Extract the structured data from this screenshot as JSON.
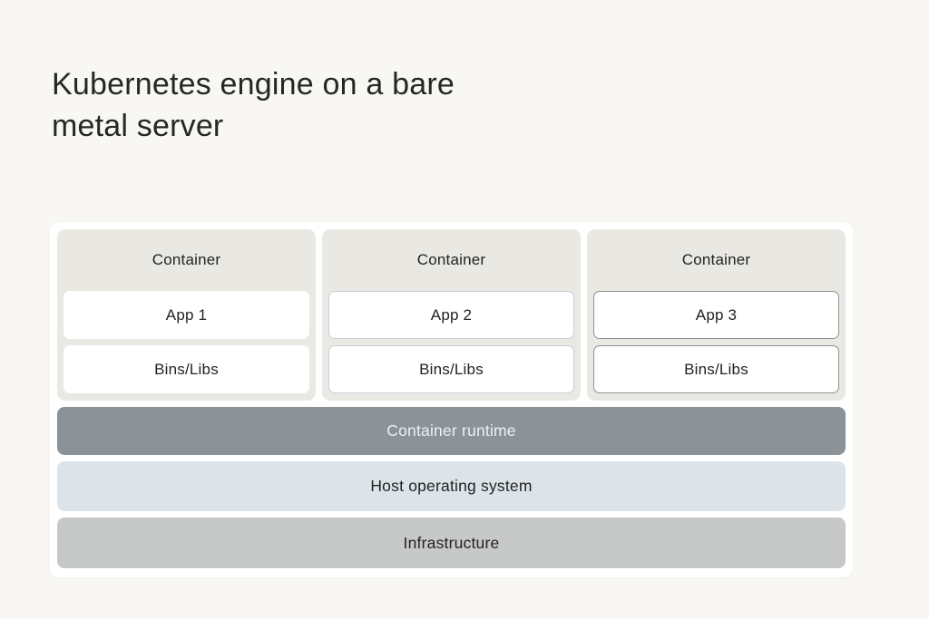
{
  "header": {
    "title_lines": [
      "Kubernetes engine on a bare",
      "metal server"
    ]
  },
  "colors": {
    "page_bg": "#f8f7f3",
    "panel_bg": "#ffffff",
    "card_bg": "#e9e8e3",
    "dark_text": "#222322"
  },
  "diagram": {
    "containers": [
      {
        "label": "Container",
        "boxes": [
          "App 1",
          "Bins/Libs"
        ],
        "box_border_color": "transparent"
      },
      {
        "label": "Container",
        "boxes": [
          "App 2",
          "Bins/Libs"
        ],
        "box_border_color": "#c8d0d5"
      },
      {
        "label": "Container",
        "boxes": [
          "App 3",
          "Bins/Libs"
        ],
        "box_border_color": "#8d9294"
      }
    ],
    "layers": [
      {
        "label": "Container runtime",
        "bg": "#8b9399",
        "text_color": "#eef0f1"
      },
      {
        "label": "Host operating system",
        "bg": "#dde4e9",
        "text_color": "#222322"
      },
      {
        "label": "Infrastructure",
        "bg": "#c6c9c7",
        "text_color": "#222322"
      }
    ]
  }
}
